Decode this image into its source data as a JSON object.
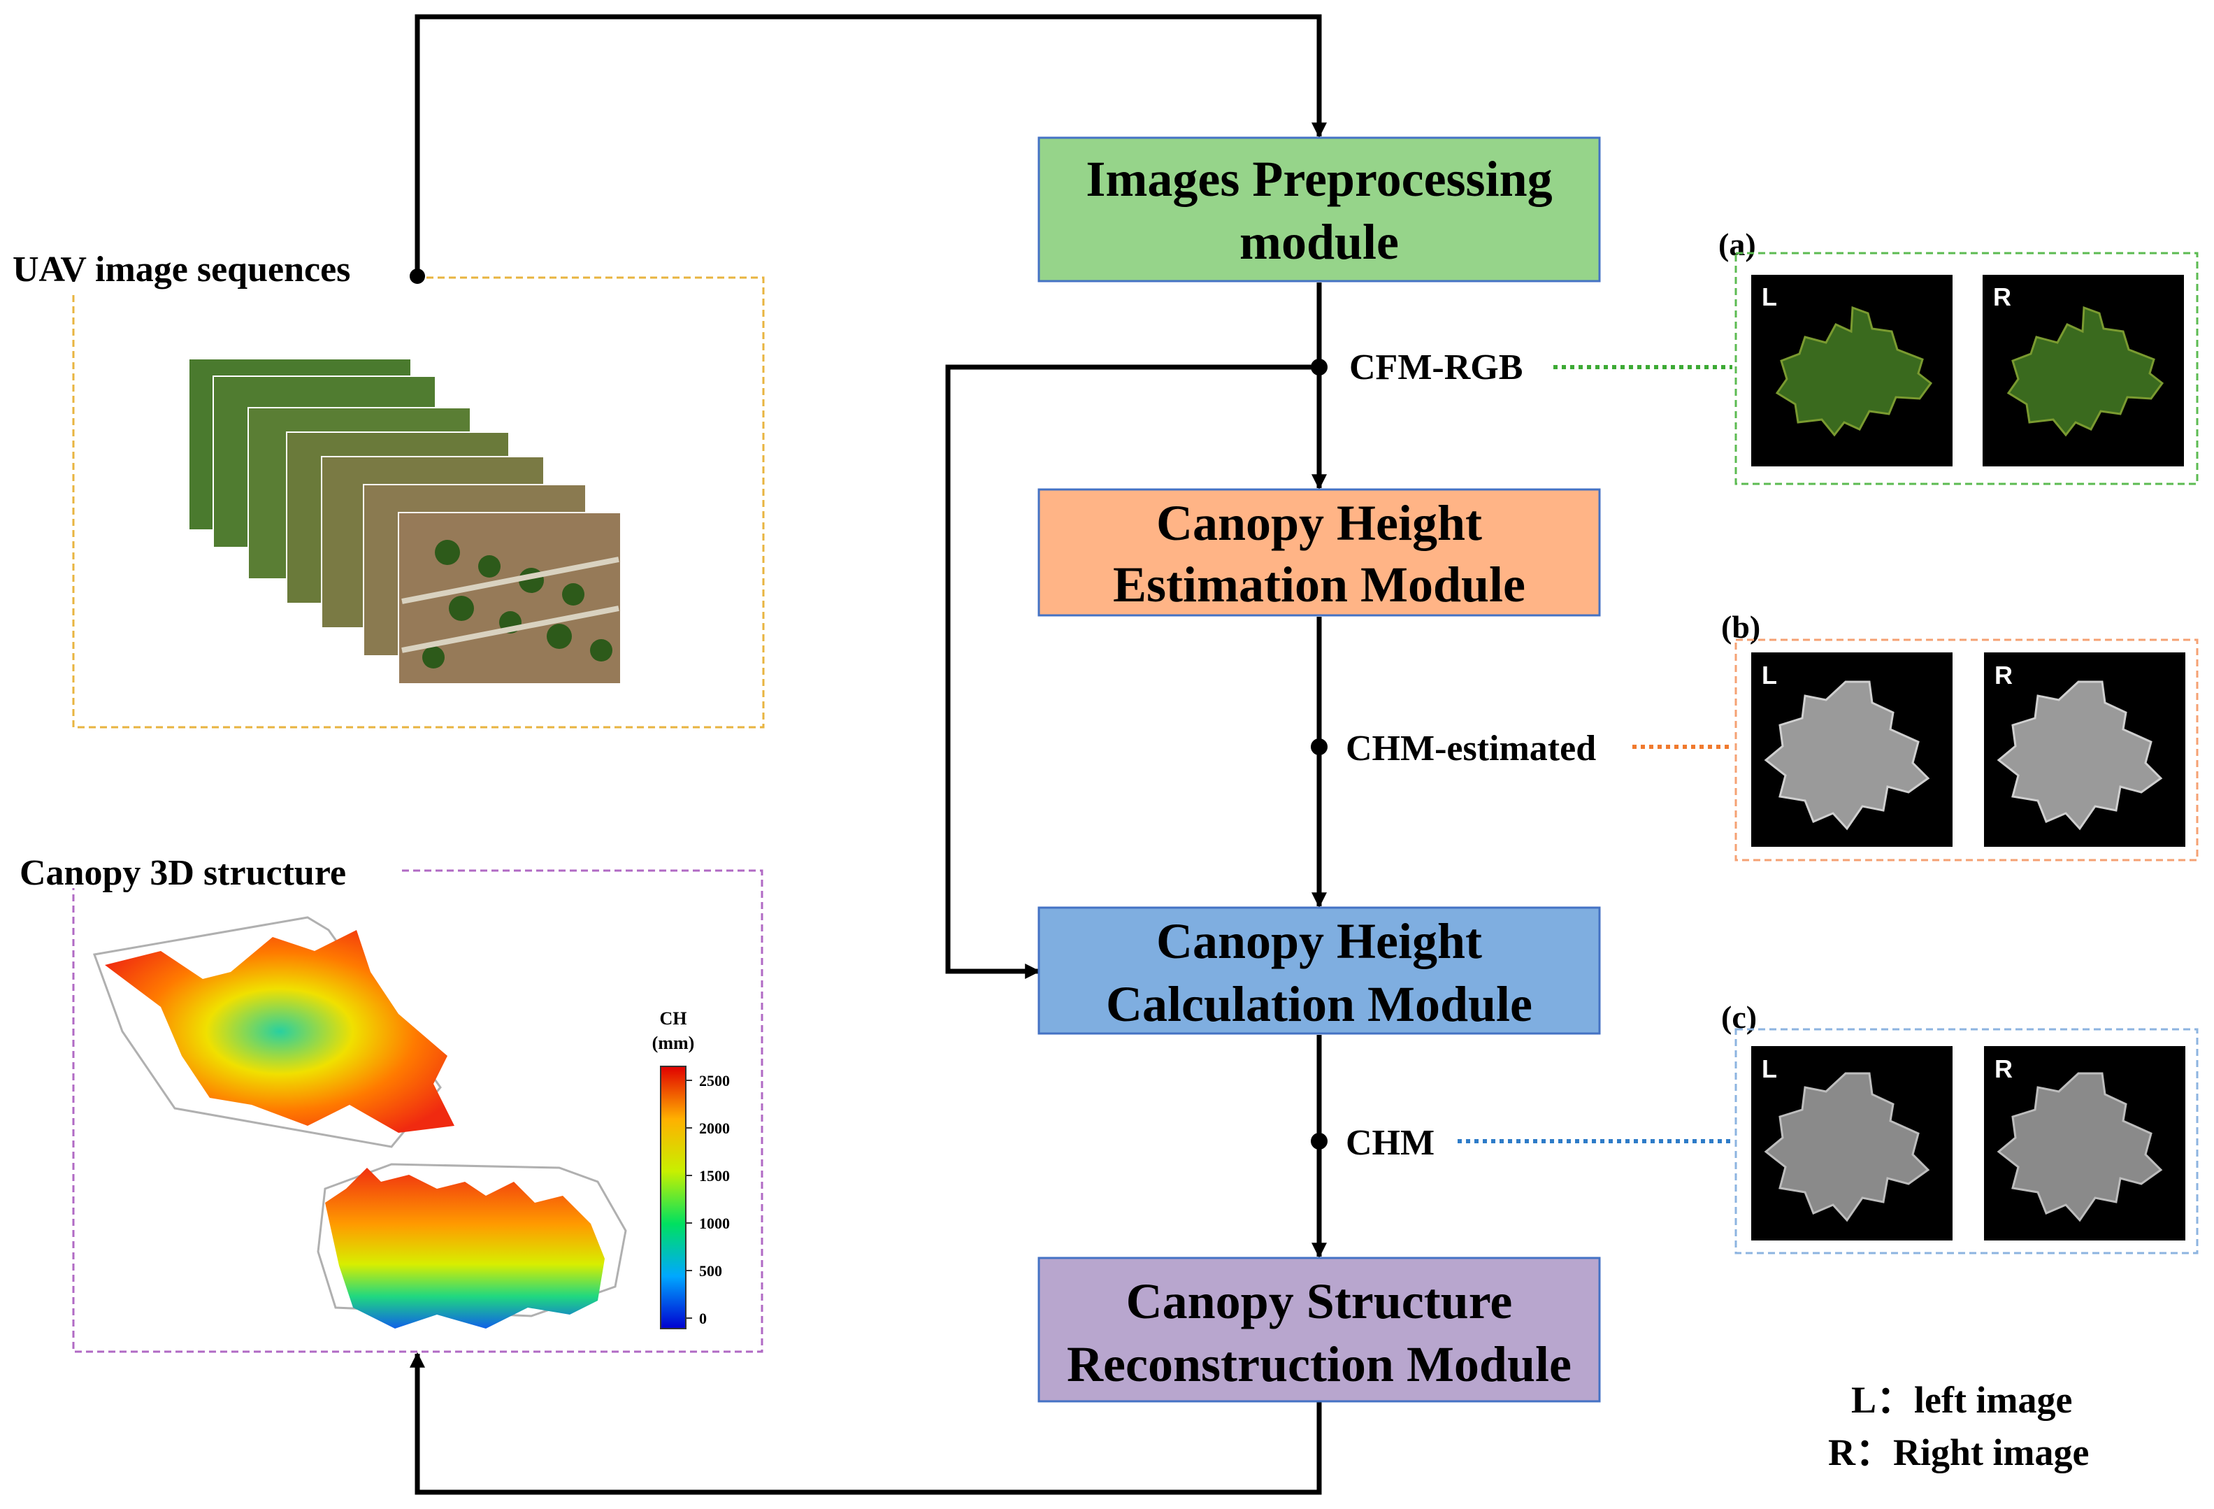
{
  "modules": [
    {
      "line1": "Images Preprocessing",
      "line2": "module",
      "color": "#96D48A"
    },
    {
      "line1": "Canopy Height",
      "line2": "Estimation Module",
      "color": "#FFB486"
    },
    {
      "line1": "Canopy Height",
      "line2": "Calculation Module",
      "color": "#7FAEE0"
    },
    {
      "line1": "Canopy Structure",
      "line2": "Reconstruction Module",
      "color": "#B8A6CE"
    }
  ],
  "outputs": [
    {
      "label": "CFM-RGB",
      "color": "#3DAA35"
    },
    {
      "label": "CHM-estimated",
      "color": "#F07A2E"
    },
    {
      "label": "CHM",
      "color": "#2E7CC8"
    }
  ],
  "panels": [
    {
      "tag": "(a)",
      "left": "L",
      "right": "R",
      "frame_color": "#5CBB52"
    },
    {
      "tag": "(b)",
      "left": "L",
      "right": "R",
      "frame_color": "#F5A173"
    },
    {
      "tag": "(c)",
      "left": "L",
      "right": "R",
      "frame_color": "#8DB4E0"
    }
  ],
  "inputs": {
    "uav_label": "UAV image sequences",
    "uav_frame_color": "#E8B440",
    "canopy_label": "Canopy 3D structure",
    "canopy_frame_color": "#B06AC4"
  },
  "colorbar": {
    "title_line1": "CH",
    "title_line2": "(mm)",
    "ticks": [
      "2500",
      "2000",
      "1500",
      "1000",
      "500",
      "0"
    ]
  },
  "legend": {
    "l_text": "L：left image",
    "r_text": "R：Right image"
  }
}
